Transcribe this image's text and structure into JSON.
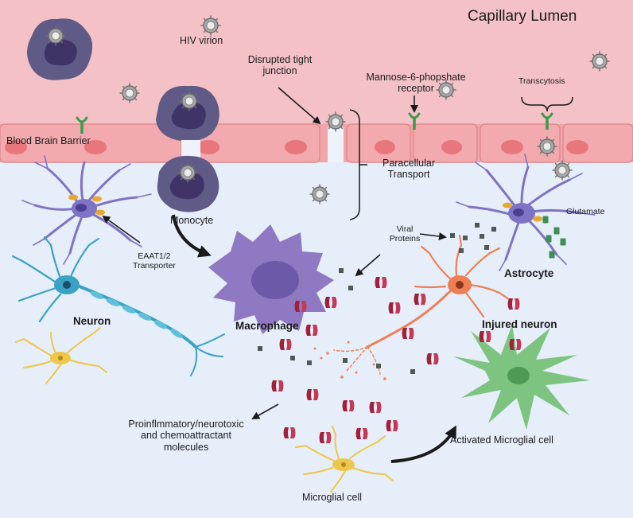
{
  "diagram": {
    "regions": {
      "lumen": "Capillary Lumen",
      "barrier": "Blood Brain Barrier"
    },
    "labels": {
      "hiv_virion": "HIV virion",
      "disrupted_1": "Disrupted tight",
      "disrupted_2": "junction",
      "m6p_1": "Mannose-6-phopshate",
      "m6p_2": "receptor",
      "transcytosis": "Transcytosis",
      "paracellular_1": "Paracellular",
      "paracellular_2": "Transport",
      "monocyte": "Monocyte",
      "eaat_1": "EAAT1/2",
      "eaat_2": "Transporter",
      "viral_1": "Viral",
      "viral_2": "Proteins",
      "glutamate": "Glutamate",
      "astrocyte": "Astrocyte",
      "neuron": "Neuron",
      "macrophage": "Macrophage",
      "injured_neuron": "Injured neuron",
      "proinf_1": "Proinflmmatory/neurotoxic",
      "proinf_2": "and chemoattractant",
      "proinf_3": "molecules",
      "activated_microglia": "Activated Microglial cell",
      "microglial_cell": "Microglial  cell"
    },
    "colors": {
      "lumen": "#f4c2c6",
      "brain": "#e6eefa",
      "endothelium": "#f1a7ab",
      "cell_nucleus": "#e7777c",
      "monocyte": "#5f5a86",
      "astrocyte": "#7f73c6",
      "neuron_blue": "#3aa2c4",
      "macrophage": "#8e79c2",
      "injured_neuron": "#ef7f53",
      "microglia": "#edc64c",
      "activated_microglia": "#7cc47f",
      "cytokine": "#a0213c",
      "viral_protein": "#4d5a55",
      "glutamate": "#3e8f55",
      "transporter": "#e8a830"
    }
  }
}
